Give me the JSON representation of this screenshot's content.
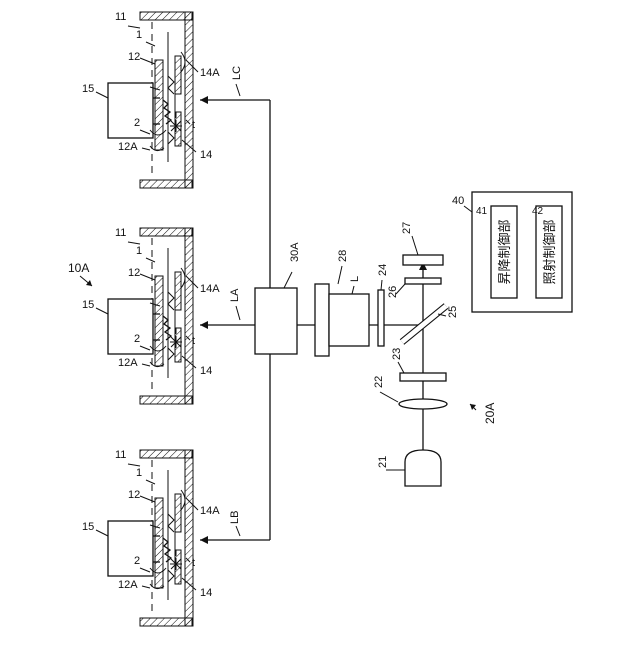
{
  "diagram": {
    "system_label": "10A",
    "optics_label": "20A",
    "controller": {
      "ref": "40",
      "lift_ref": "41",
      "lift_label": "昇降制御部",
      "irr_ref": "42",
      "irr_label": "照射制御部"
    },
    "beams": {
      "a": "LA",
      "b": "LB",
      "c": "LC",
      "main": "L"
    },
    "components": {
      "source": "21",
      "lens1": "22",
      "lens2": "23",
      "filter": "24",
      "mirror": "25",
      "plate": "26",
      "sensor": "27",
      "scanner": "28",
      "splitter": "30A"
    },
    "stage_labels": {
      "tank": "11",
      "film": "1",
      "holder": "12",
      "window": "14A",
      "base": "14",
      "arm": "15",
      "sample": "2",
      "sample_face": "12A",
      "thickness": "t"
    }
  }
}
